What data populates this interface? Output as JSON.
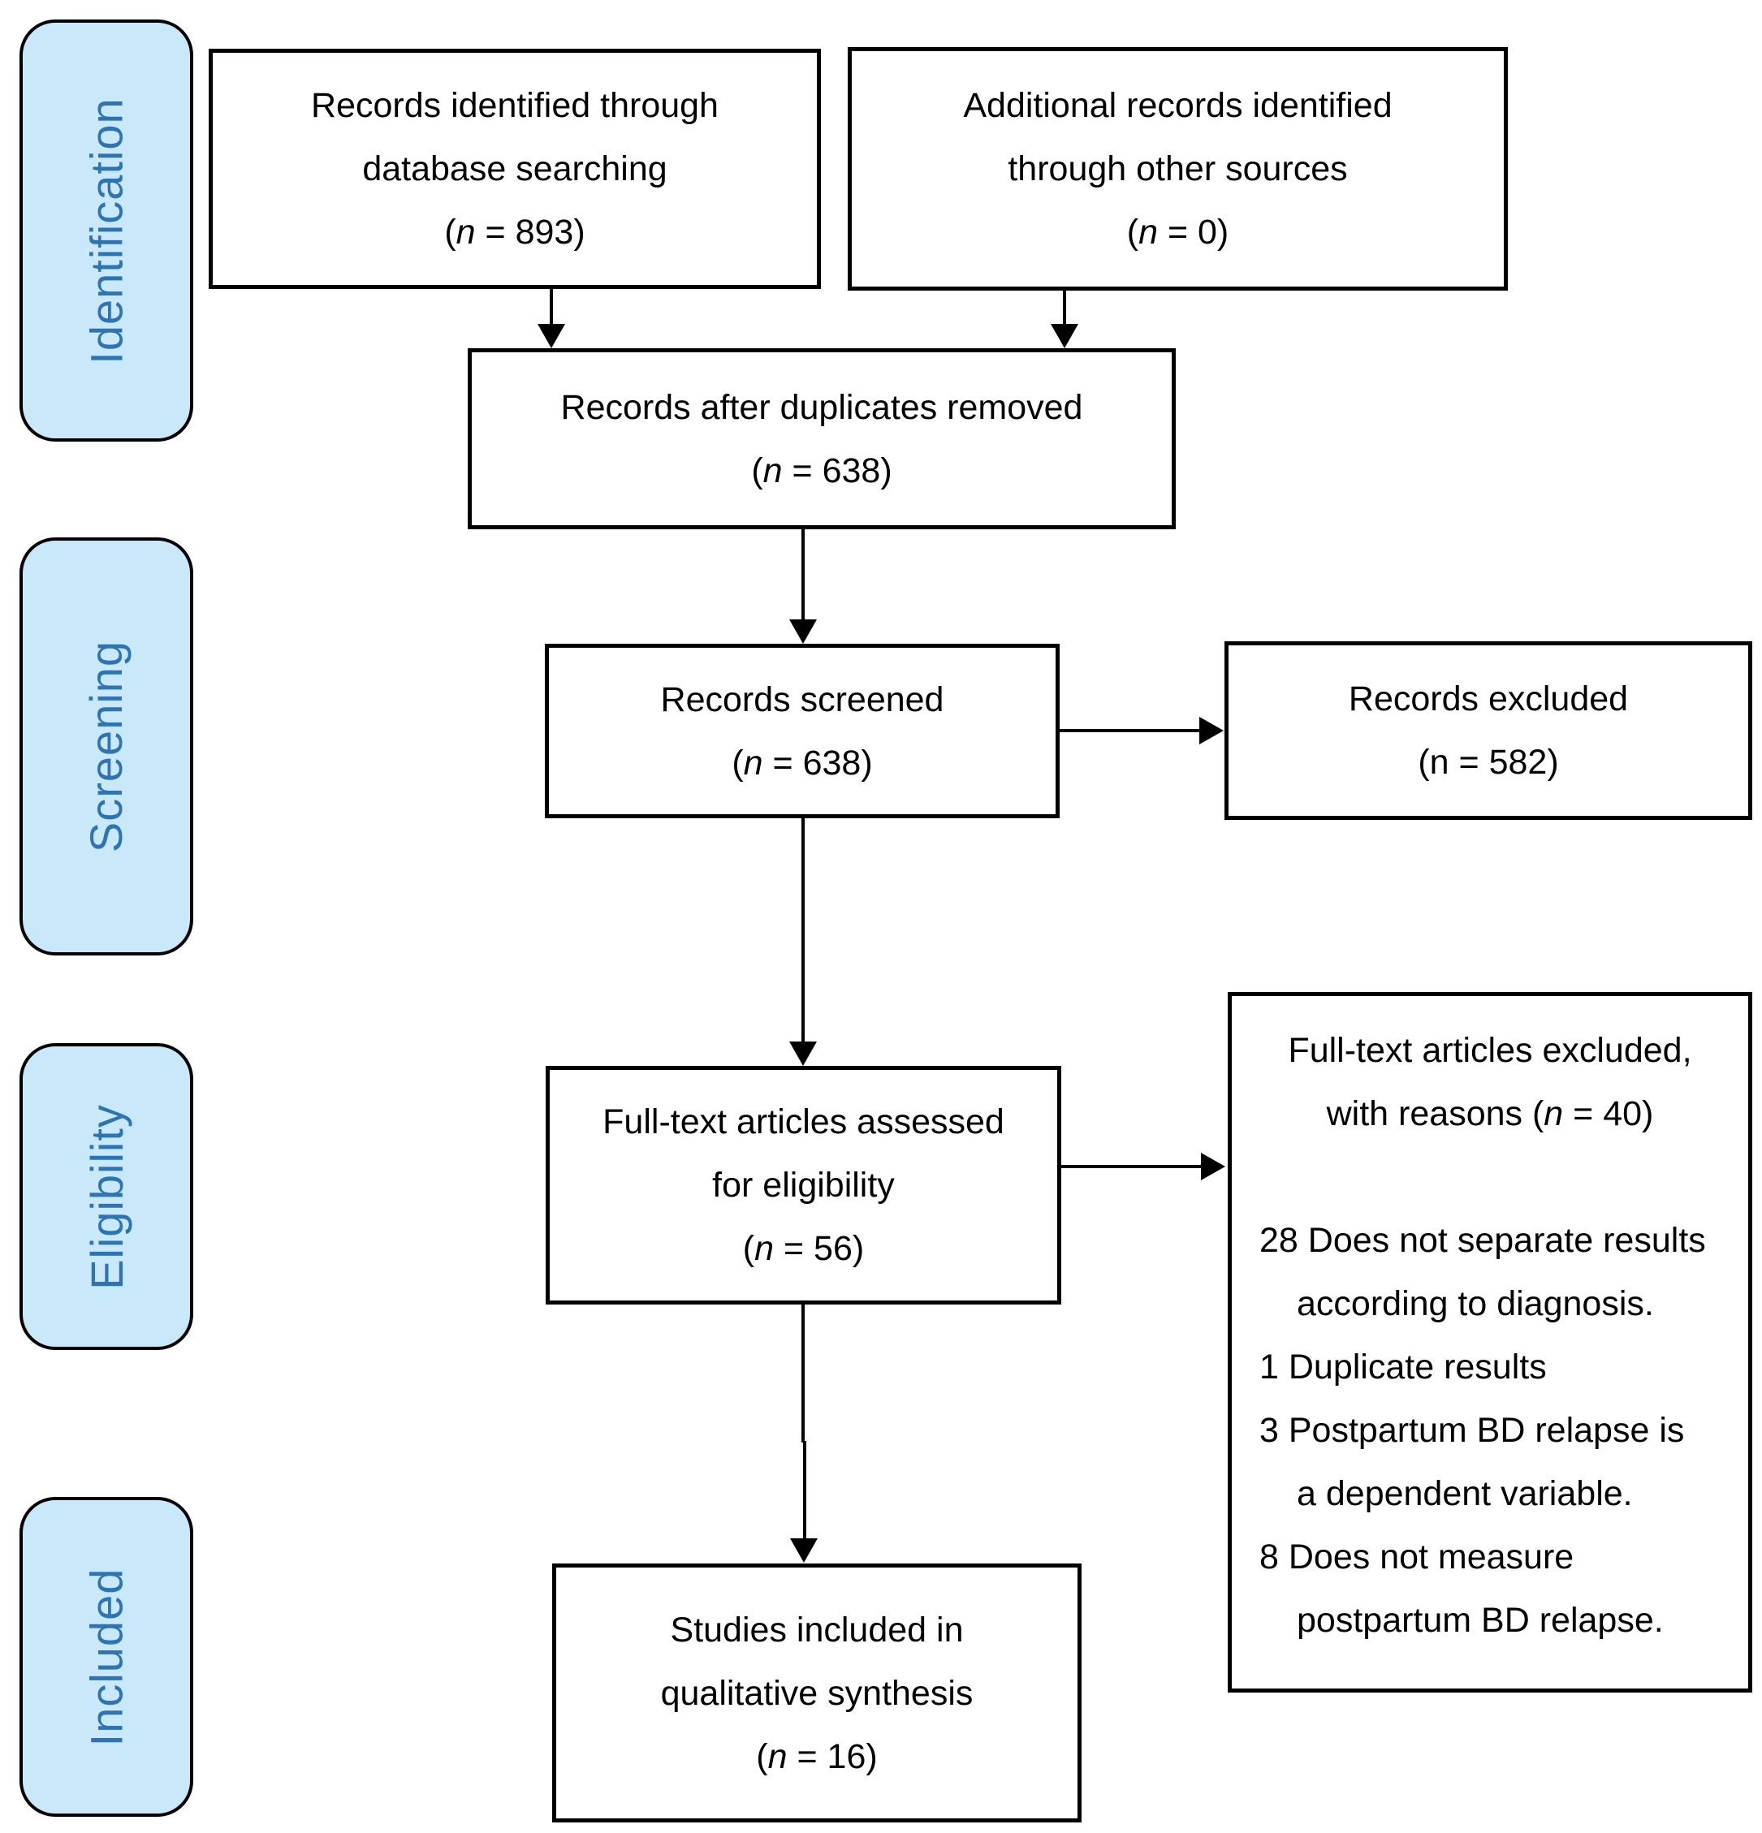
{
  "diagram": {
    "type": "prisma-flow",
    "colors": {
      "stage_fill": "#c9e8fa",
      "stage_text": "#2e74b5",
      "box_fill": "#ffffff",
      "box_border": "#000000",
      "arrow": "#000000",
      "background": "#ffffff"
    },
    "stages": [
      {
        "id": "identification",
        "label": "Identification"
      },
      {
        "id": "screening",
        "label": "Screening"
      },
      {
        "id": "eligibility",
        "label": "Eligibility"
      },
      {
        "id": "included",
        "label": "Included"
      }
    ],
    "boxes": {
      "db_search": {
        "lines": [
          "Records identified through",
          "database searching",
          "(*n* = 893)"
        ]
      },
      "other_sources": {
        "lines": [
          "Additional records identified",
          "through other sources",
          "(*n* = 0)"
        ]
      },
      "after_duplicates": {
        "lines": [
          "Records after duplicates removed",
          "(*n* = 638)"
        ]
      },
      "screened": {
        "lines": [
          "Records screened",
          "(*n* = 638)"
        ]
      },
      "records_excluded": {
        "lines": [
          "Records excluded",
          "(n = 582)"
        ]
      },
      "fulltext_assessed": {
        "lines": [
          "Full-text articles assessed",
          "for eligibility",
          "(*n* = 56)"
        ]
      },
      "fulltext_excluded": {
        "header": [
          "Full-text articles excluded,",
          "with reasons (*n* = 40)"
        ],
        "reasons": [
          "28 Does not separate results\naccording to diagnosis.",
          "1 Duplicate results",
          "3 Postpartum BD relapse is\na dependent variable.",
          "8 Does not measure\npostpartum BD relapse."
        ]
      },
      "included_qualitative": {
        "lines": [
          "Studies included in",
          "qualitative synthesis",
          "(*n* = 16)"
        ]
      }
    }
  }
}
